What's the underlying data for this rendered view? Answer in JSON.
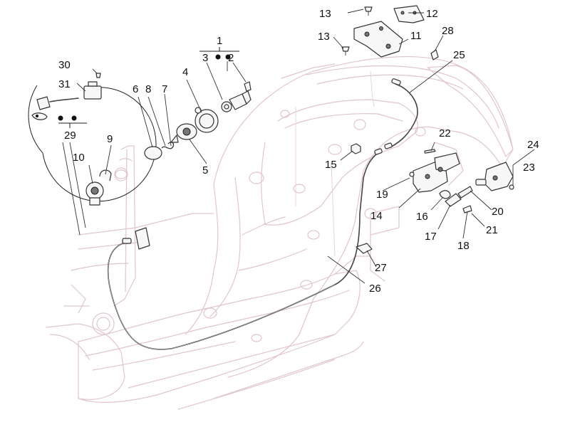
{
  "callouts": {
    "c1": "1",
    "c2": "2",
    "c3": "3",
    "c4": "4",
    "c5": "5",
    "c6": "6",
    "c7": "7",
    "c8": "8",
    "c9": "9",
    "c10": "10",
    "c11": "11",
    "c12": "12",
    "c13a": "13",
    "c13b": "13",
    "c14": "14",
    "c15": "15",
    "c16": "16",
    "c17": "17",
    "c18": "18",
    "c19": "19",
    "c20": "20",
    "c21": "21",
    "c22": "22",
    "c23": "23",
    "c24": "24",
    "c25": "25",
    "c26": "26",
    "c27": "27",
    "c28": "28",
    "c29": "29",
    "c30": "30",
    "c31": "31"
  },
  "colors": {
    "frame_outline": "#e0c6cb",
    "parts": "#333333",
    "callout_text": "#111111"
  }
}
